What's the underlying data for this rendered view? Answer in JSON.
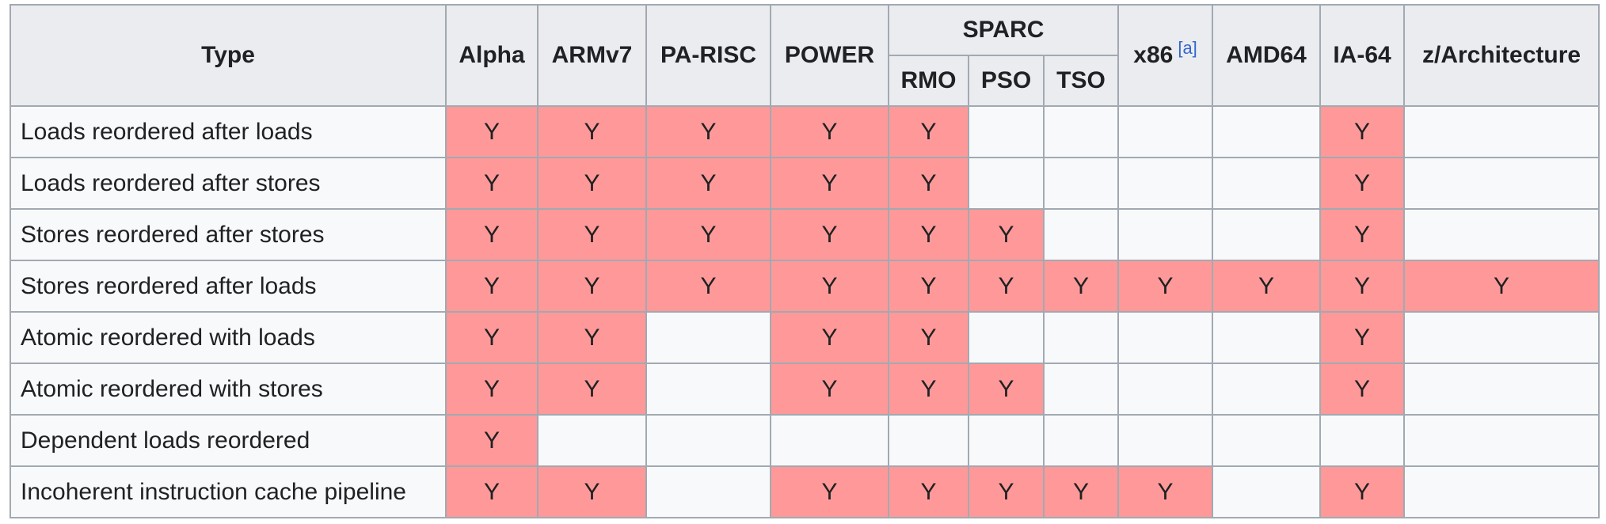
{
  "table": {
    "header": {
      "type": "Type",
      "alpha": "Alpha",
      "armv7": "ARMv7",
      "parisc": "PA-RISC",
      "power": "POWER",
      "sparc": "SPARC",
      "rmo": "RMO",
      "pso": "PSO",
      "tso": "TSO",
      "x86": "x86",
      "x86_note": "[a]",
      "amd64": "AMD64",
      "ia64": "IA-64",
      "zarch": "z/Architecture"
    },
    "rows": [
      {
        "label": "Loads reordered after loads",
        "cells": [
          "Y",
          "Y",
          "Y",
          "Y",
          "Y",
          "",
          "",
          "",
          "",
          "Y",
          ""
        ]
      },
      {
        "label": "Loads reordered after stores",
        "cells": [
          "Y",
          "Y",
          "Y",
          "Y",
          "Y",
          "",
          "",
          "",
          "",
          "Y",
          ""
        ]
      },
      {
        "label": "Stores reordered after stores",
        "cells": [
          "Y",
          "Y",
          "Y",
          "Y",
          "Y",
          "Y",
          "",
          "",
          "",
          "Y",
          ""
        ]
      },
      {
        "label": "Stores reordered after loads",
        "cells": [
          "Y",
          "Y",
          "Y",
          "Y",
          "Y",
          "Y",
          "Y",
          "Y",
          "Y",
          "Y",
          "Y"
        ]
      },
      {
        "label": "Atomic reordered with loads",
        "cells": [
          "Y",
          "Y",
          "",
          "Y",
          "Y",
          "",
          "",
          "",
          "",
          "Y",
          ""
        ]
      },
      {
        "label": "Atomic reordered with stores",
        "cells": [
          "Y",
          "Y",
          "",
          "Y",
          "Y",
          "Y",
          "",
          "",
          "",
          "Y",
          ""
        ]
      },
      {
        "label": "Dependent loads reordered",
        "cells": [
          "Y",
          "",
          "",
          "",
          "",
          "",
          "",
          "",
          "",
          "",
          ""
        ]
      },
      {
        "label": "Incoherent instruction cache pipeline",
        "cells": [
          "Y",
          "Y",
          "",
          "Y",
          "Y",
          "Y",
          "Y",
          "Y",
          "",
          "Y",
          ""
        ]
      }
    ]
  },
  "colors": {
    "header_bg": "#eaecf0",
    "cell_bg": "#f8f9fa",
    "yes_bg": "#ff9999",
    "border": "#a2a9b1",
    "link": "#3366cc"
  }
}
